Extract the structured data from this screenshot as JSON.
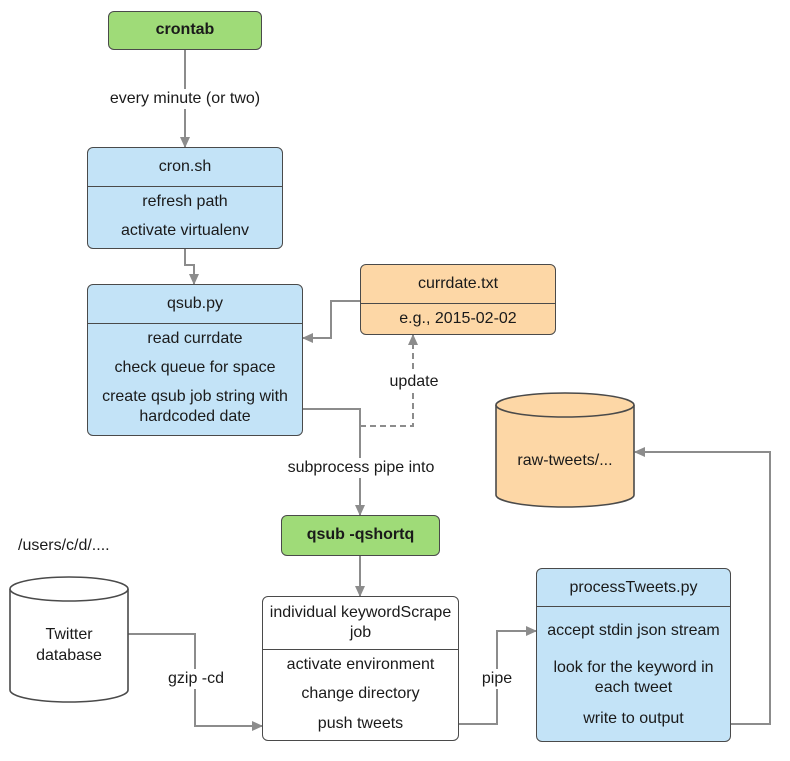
{
  "nodes": {
    "crontab": {
      "title": "crontab"
    },
    "cron_sh": {
      "title": "cron.sh",
      "rows": [
        "refresh path",
        "activate virtualenv"
      ]
    },
    "qsub_py": {
      "title": "qsub.py",
      "rows": [
        "read currdate",
        "check queue for space",
        "create qsub job string with hardcoded date"
      ]
    },
    "currdate": {
      "title": "currdate.txt",
      "rows": [
        "e.g., 2015-02-02"
      ]
    },
    "raw_tweets": {
      "title": "raw-tweets/..."
    },
    "qsub_shortq": {
      "title": "qsub -qshortq"
    },
    "twitter_db": {
      "title": "Twitter database"
    },
    "keyword_job": {
      "title": "individual keywordScrape job",
      "rows": [
        "activate environment",
        "change directory",
        "push tweets"
      ]
    },
    "process_tweets": {
      "title": "processTweets.py",
      "rows": [
        "accept stdin json stream",
        "look for the keyword in each tweet",
        "write to output"
      ]
    }
  },
  "edge_labels": {
    "every_minute": "every minute (or two)",
    "update": "update",
    "subprocess_pipe": "subprocess pipe into",
    "gzip": "gzip -cd",
    "pipe": "pipe"
  },
  "path_note": "/users/c/d/....",
  "colors": {
    "green": "#9fdb78",
    "blue": "#c3e3f7",
    "orange": "#fdd7a6",
    "stroke": "#4a4a4a",
    "edge": "#8c8c8c"
  }
}
